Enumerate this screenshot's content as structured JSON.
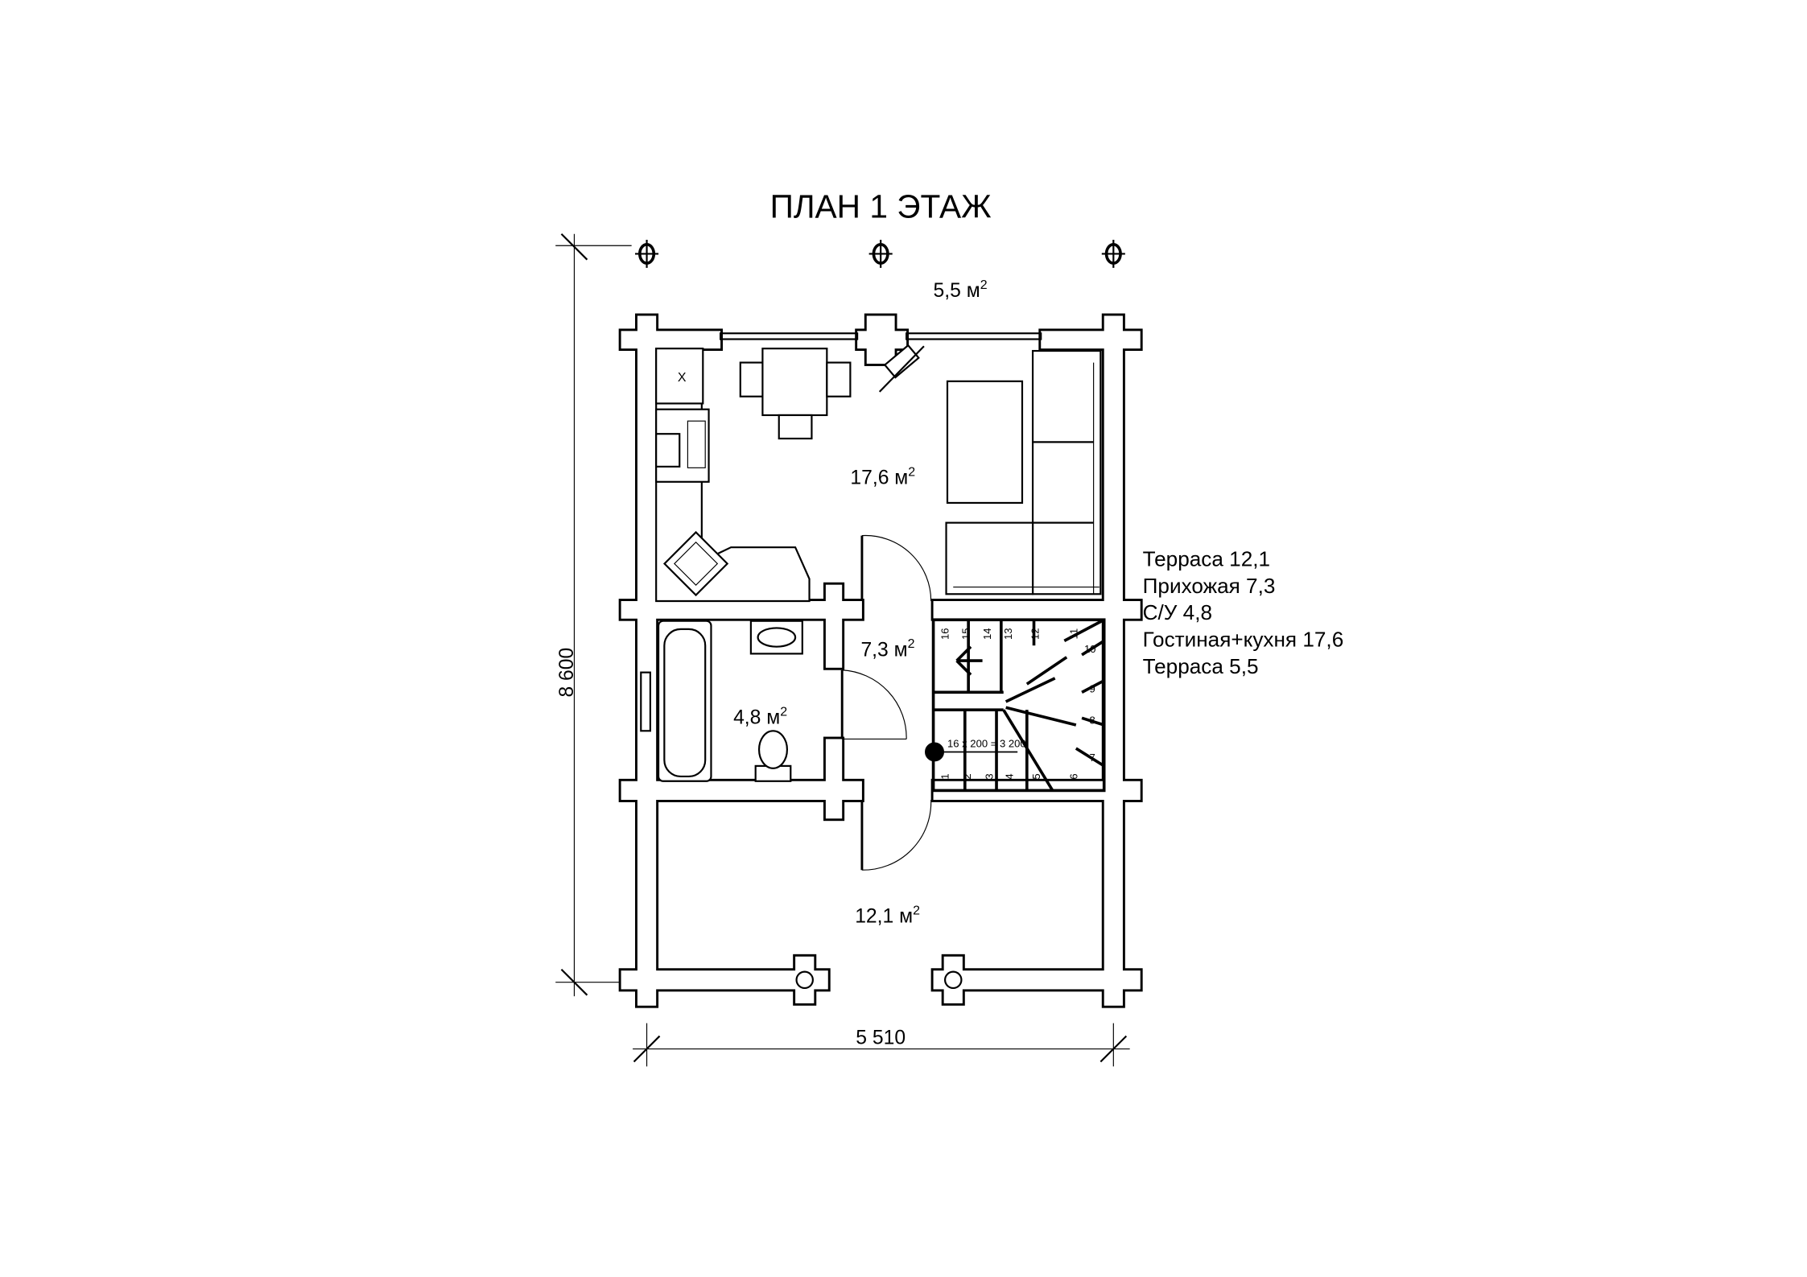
{
  "title": "ПЛАН 1 ЭТАЖ",
  "dimensions": {
    "height": "8 600",
    "width": "5 510"
  },
  "rooms": {
    "terrace_top": {
      "area": "5,5",
      "unit": "м",
      "sup": "2"
    },
    "living_kitchen": {
      "area": "17,6",
      "unit": "м",
      "sup": "2"
    },
    "hall": {
      "area": "7,3",
      "unit": "м",
      "sup": "2"
    },
    "bathroom": {
      "area": "4,8",
      "unit": "м",
      "sup": "2"
    },
    "terrace_bottom": {
      "area": "12,1",
      "unit": "м",
      "sup": "2"
    }
  },
  "legend": [
    "Терраса 12,1",
    "Прихожая 7,3",
    "С/У 4,8",
    "Гостиная+кухня 17,6",
    "Терраса 5,5"
  ],
  "stairs": {
    "formula": "16 x 200 = 3 200",
    "steps": [
      "1",
      "2",
      "3",
      "4",
      "5",
      "6",
      "7",
      "8",
      "9",
      "10",
      "11",
      "12",
      "13",
      "14",
      "15",
      "16"
    ]
  },
  "kitchen_sink_mark": "X"
}
